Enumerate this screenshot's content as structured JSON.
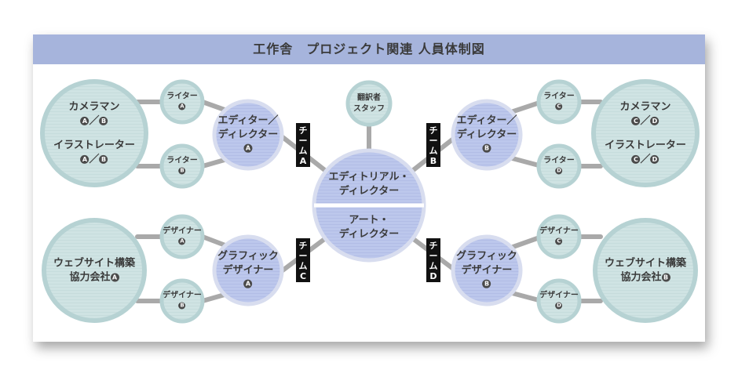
{
  "title": "工作舎　プロジェクト関連 人員体制図",
  "center": {
    "top": [
      "エディトリアル・",
      "ディレクター"
    ],
    "bottom": [
      "アート・",
      "ディレクター"
    ]
  },
  "translator": [
    "翻訳者",
    "スタッフ"
  ],
  "teams": [
    {
      "chars": [
        "チ",
        "ー",
        "ム",
        "A"
      ]
    },
    {
      "chars": [
        "チ",
        "ー",
        "ム",
        "B"
      ]
    },
    {
      "chars": [
        "チ",
        "ー",
        "ム",
        "C"
      ]
    },
    {
      "chars": [
        "チ",
        "ー",
        "ム",
        "D"
      ]
    }
  ],
  "editors": [
    {
      "lines": [
        "エディター／",
        "ディレクター"
      ],
      "badge": "A"
    },
    {
      "lines": [
        "エディター／",
        "ディレクター"
      ],
      "badge": "B"
    }
  ],
  "designers": [
    {
      "lines": [
        "グラフィック",
        "デザイナー"
      ],
      "badge": "A"
    },
    {
      "lines": [
        "グラフィック",
        "デザイナー"
      ],
      "badge": "B"
    }
  ],
  "writers": [
    {
      "label": "ライター",
      "badge": "A"
    },
    {
      "label": "ライター",
      "badge": "B"
    },
    {
      "label": "ライター",
      "badge": "C"
    },
    {
      "label": "ライター",
      "badge": "D"
    }
  ],
  "small_designers": [
    {
      "label": "デザイナー",
      "badge": "A"
    },
    {
      "label": "デザイナー",
      "badge": "B"
    },
    {
      "label": "デザイナー",
      "badge": "C"
    },
    {
      "label": "デザイナー",
      "badge": "D"
    }
  ],
  "creative_groups": [
    {
      "camera": "カメラマン",
      "camera_badges": [
        "A",
        "B"
      ],
      "illustrator": "イラストレーター",
      "illustrator_badges": [
        "A",
        "B"
      ]
    },
    {
      "camera": "カメラマン",
      "camera_badges": [
        "C",
        "D"
      ],
      "illustrator": "イラストレーター",
      "illustrator_badges": [
        "C",
        "D"
      ]
    }
  ],
  "web_partners": [
    {
      "lines": [
        "ウェブサイト構築",
        "協力会社"
      ],
      "badge": "A"
    },
    {
      "lines": [
        "ウェブサイト構築",
        "協力会社"
      ],
      "badge": "B"
    }
  ],
  "separator": "／",
  "colors": {
    "title_bar": "#a6b4dc",
    "light_node": "#cfe3e3",
    "light_node_stroke": "#b6d2d3",
    "blue_node": "#bcc7ec",
    "blue_node_stroke": "#d8ddef",
    "connector": "#a9a9a9",
    "team_tag": "#111111"
  }
}
